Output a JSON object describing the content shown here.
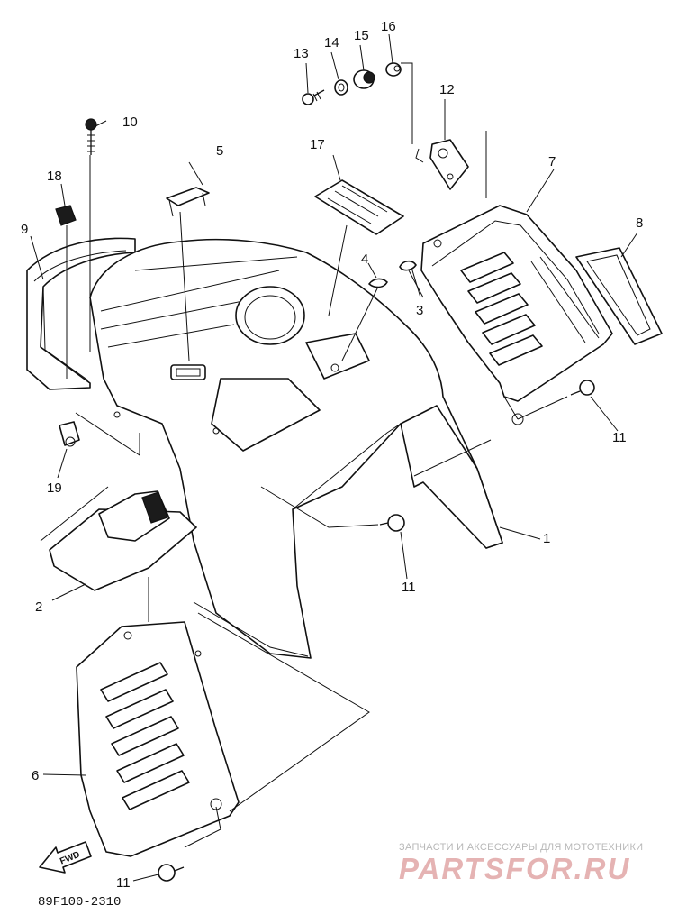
{
  "diagram": {
    "diagram_code": "89F100-2310",
    "direction_label": "FWD",
    "watermark": {
      "tagline": "ЗАПЧАСТИ И АКСЕССУАРЫ ДЛЯ МОТОТЕХНИКИ",
      "brand_text": "PARTSFOR.RU"
    },
    "callouts": [
      {
        "id": "c1",
        "text": "1"
      },
      {
        "id": "c2",
        "text": "2"
      },
      {
        "id": "c3",
        "text": "3"
      },
      {
        "id": "c4",
        "text": "4"
      },
      {
        "id": "c5",
        "text": "5"
      },
      {
        "id": "c6",
        "text": "6"
      },
      {
        "id": "c7",
        "text": "7"
      },
      {
        "id": "c8",
        "text": "8"
      },
      {
        "id": "c9",
        "text": "9"
      },
      {
        "id": "c10",
        "text": "10"
      },
      {
        "id": "c11a",
        "text": "11"
      },
      {
        "id": "c11b",
        "text": "11"
      },
      {
        "id": "c11c",
        "text": "11"
      },
      {
        "id": "c12",
        "text": "12"
      },
      {
        "id": "c13",
        "text": "13"
      },
      {
        "id": "c14",
        "text": "14"
      },
      {
        "id": "c15",
        "text": "15"
      },
      {
        "id": "c16",
        "text": "16"
      },
      {
        "id": "c17",
        "text": "17"
      },
      {
        "id": "c18",
        "text": "18"
      },
      {
        "id": "c19",
        "text": "19"
      }
    ]
  }
}
